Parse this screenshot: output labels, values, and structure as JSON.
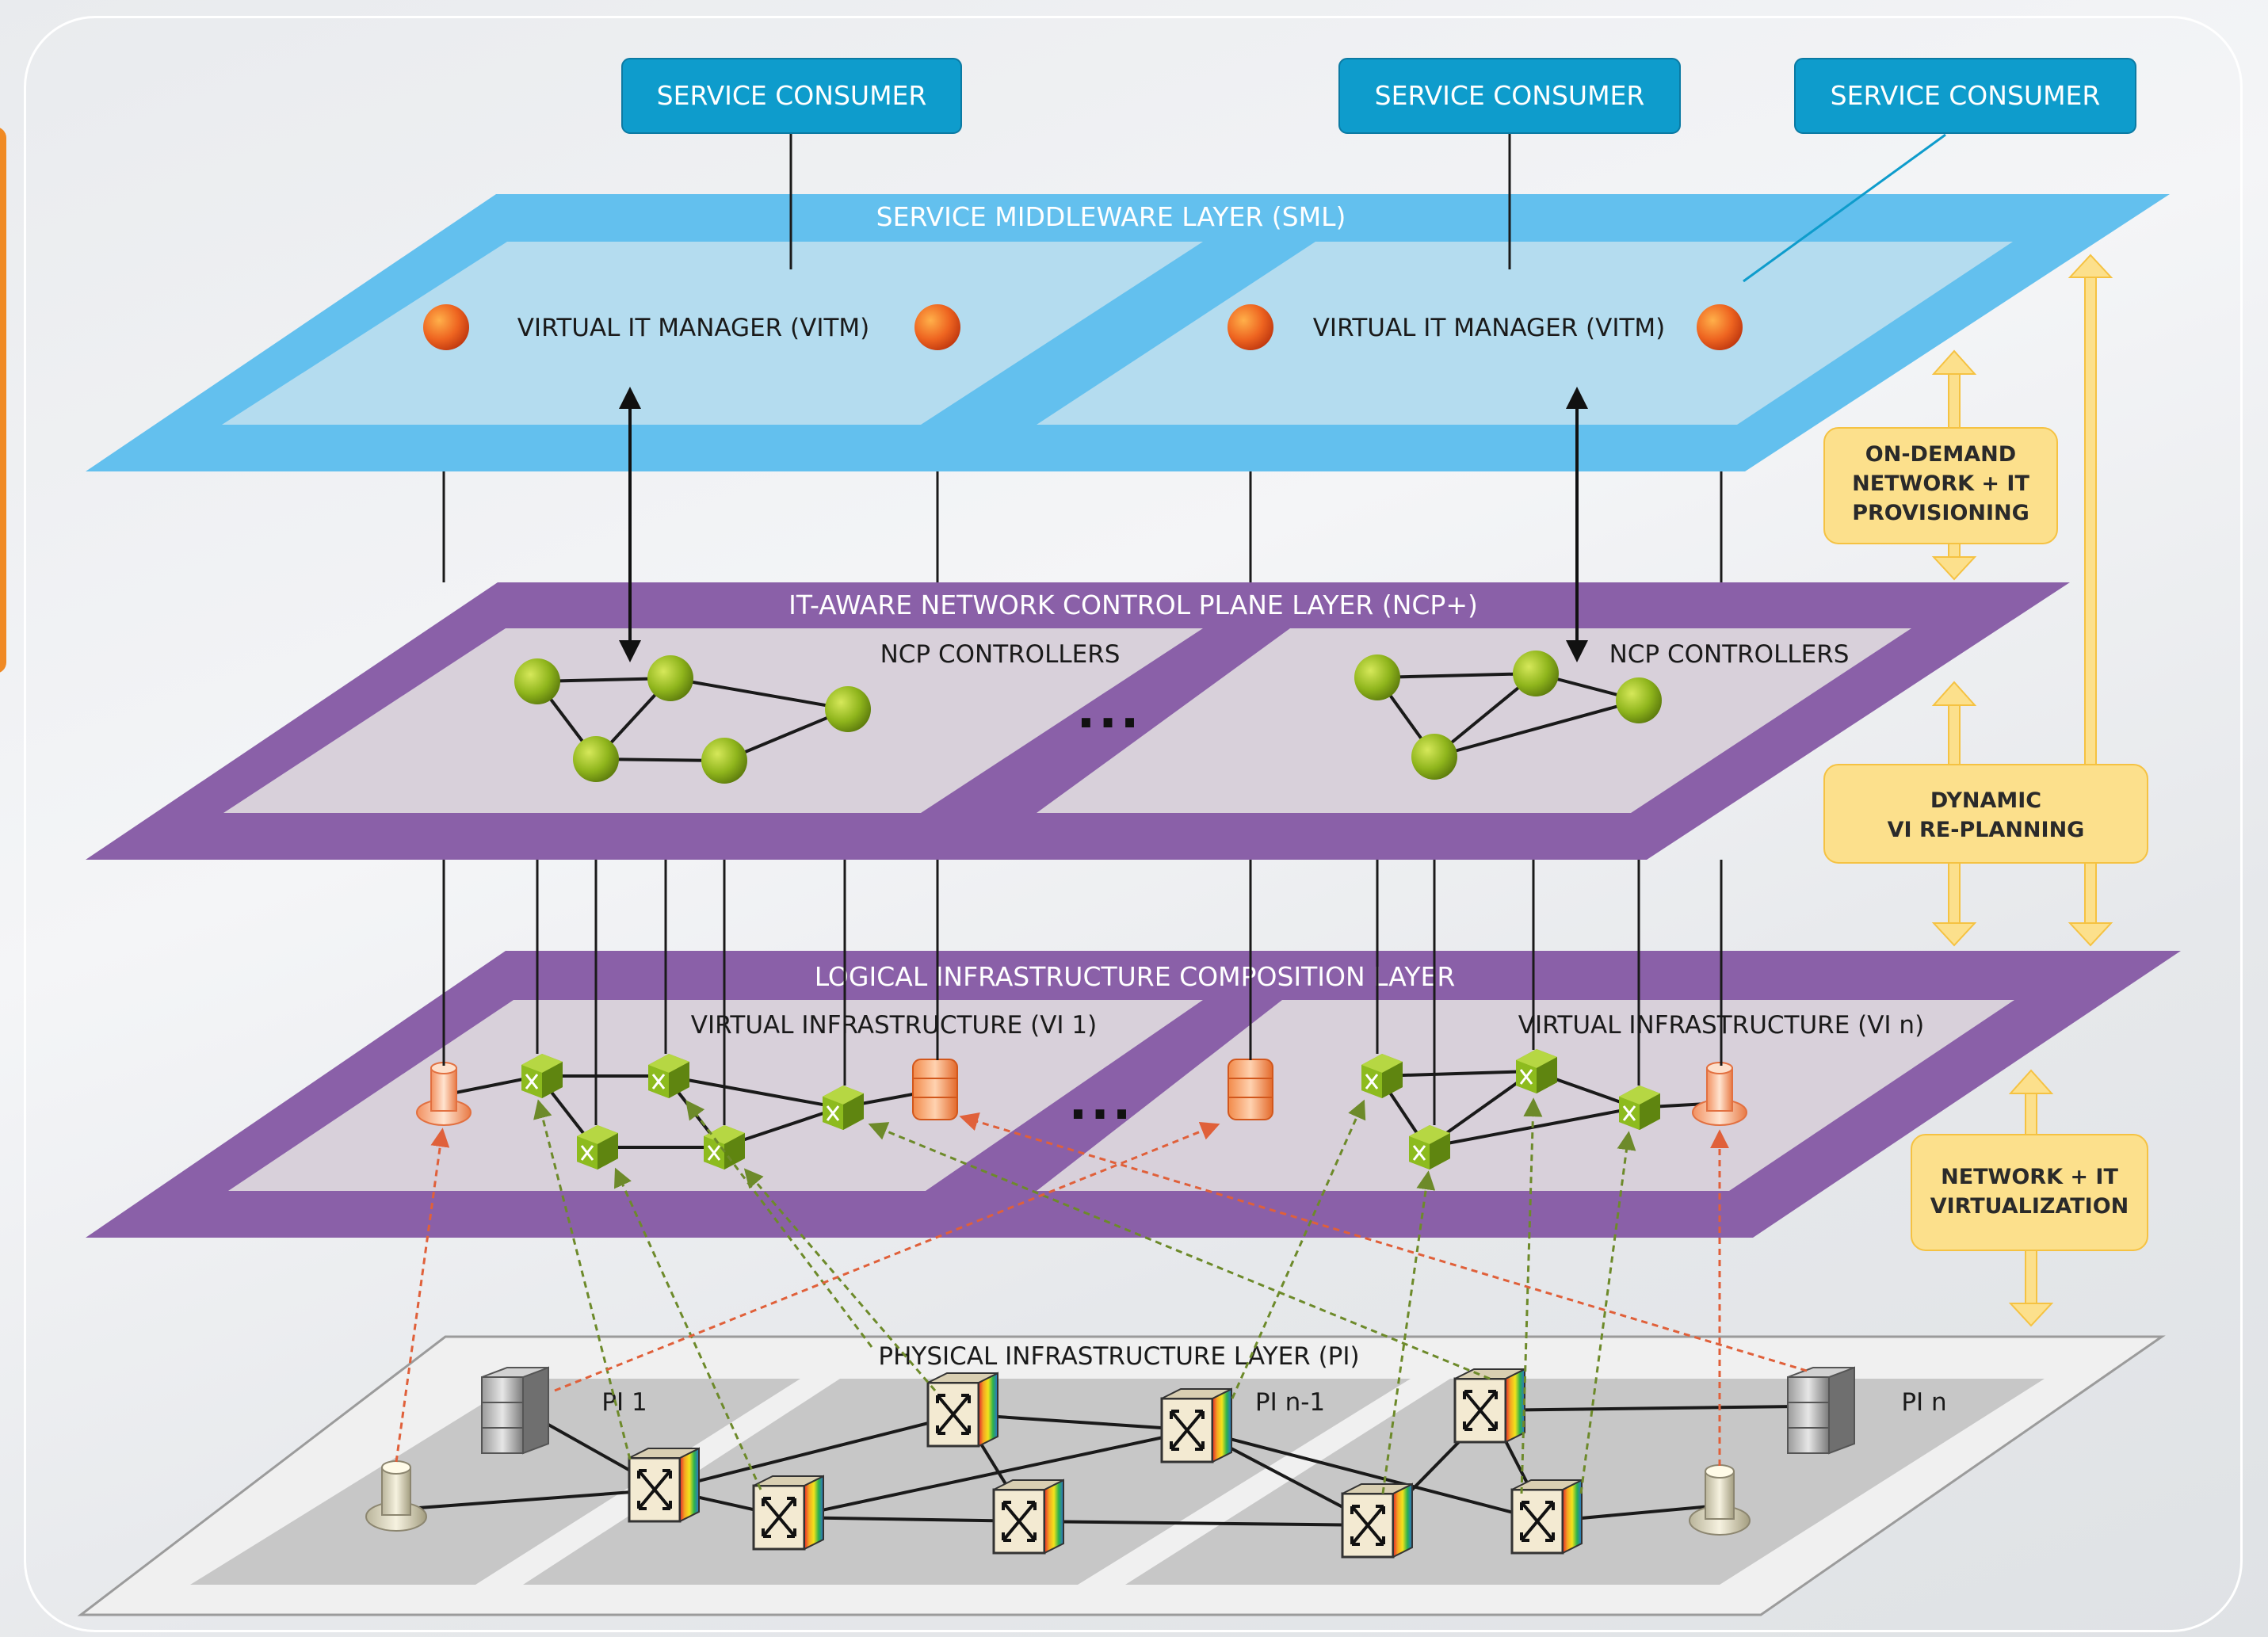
{
  "service_consumers": [
    "SERVICE CONSUMER",
    "SERVICE CONSUMER",
    "SERVICE CONSUMER"
  ],
  "layers": {
    "sml": {
      "title": "SERVICE MIDDLEWARE LAYER (SML)",
      "vitm_labels": [
        "VIRTUAL IT MANAGER (VITM)",
        "VIRTUAL IT MANAGER (VITM)"
      ]
    },
    "ncp": {
      "title": "IT-AWARE NETWORK CONTROL PLANE LAYER (NCP+)",
      "controllers": [
        "NCP CONTROLLERS",
        "NCP CONTROLLERS"
      ],
      "ellipsis": "..."
    },
    "lic": {
      "title": "LOGICAL INFRASTRUCTURE COMPOSITION LAYER",
      "vi_labels": [
        "VIRTUAL INFRASTRUCTURE (VI 1)",
        "VIRTUAL INFRASTRUCTURE (VI n)"
      ],
      "ellipsis": "..."
    },
    "pi": {
      "title": "PHYSICAL INFRASTRUCTURE LAYER (PI)",
      "domains": [
        "PI 1",
        "PI n-1",
        "PI n"
      ]
    }
  },
  "callouts": {
    "on_demand": [
      "ON-DEMAND",
      "NETWORK + IT",
      "PROVISIONING"
    ],
    "dynamic": [
      "DYNAMIC",
      "VI RE-PLANNING"
    ],
    "virtualization": [
      "NETWORK + IT",
      "VIRTUALIZATION"
    ]
  },
  "icons": {
    "vitm_node": "orange-sphere-icon",
    "ncp_node": "green-sphere-icon",
    "virtual_switch": "green-cube-switch-icon",
    "virtual_storage": "orange-storage-icon",
    "virtual_endpoint": "orange-endpoint-icon",
    "optical_switch": "optical-switch-icon",
    "server": "server-stack-icon",
    "endpoint": "endpoint-icon"
  },
  "colors": {
    "service_consumer": "#0e9ccc",
    "sml_outer": "#63c0ee",
    "sml_inner": "#b4dcef",
    "ncp_outer": "#8a60a8",
    "ncp_inner": "#d8d0da",
    "pi_plate": "#f0f0f0",
    "pi_domain": "#c7c7c7",
    "callout_fill": "#fce08c",
    "green_mapping": "#6d8a2a",
    "orange_mapping": "#e0603a"
  }
}
